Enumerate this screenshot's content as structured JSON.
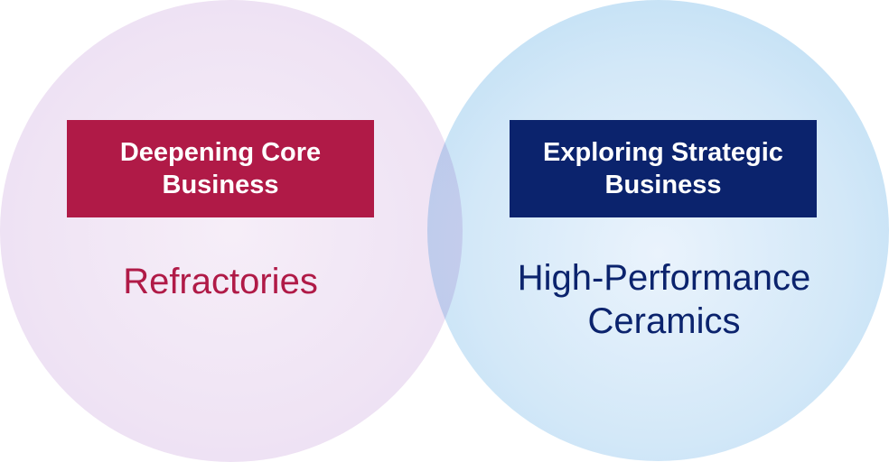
{
  "left": {
    "header": "Deepening Core Business",
    "header_lines": [
      "Deepening Core",
      "Business"
    ],
    "label": "Refractories"
  },
  "right": {
    "header": "Exploring Strategic Business",
    "header_lines": [
      "Exploring Strategic",
      "Business"
    ],
    "label_lines": [
      "High-Performance",
      "Ceramics"
    ]
  },
  "colors": {
    "core": "#b01a47",
    "strategic": "#0b236d"
  }
}
